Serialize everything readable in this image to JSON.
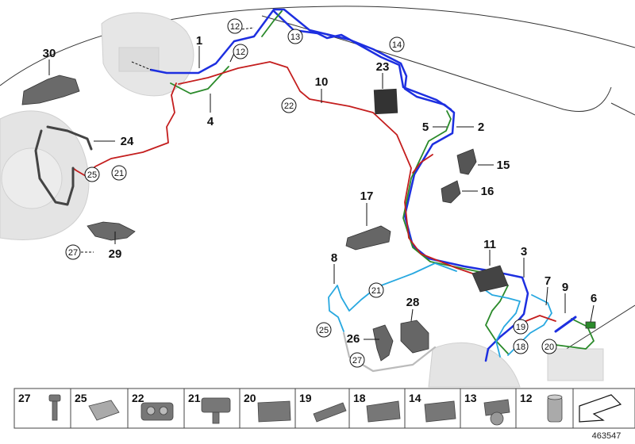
{
  "labels": {
    "l1": "1",
    "l2": "2",
    "l3": "3",
    "l4": "4",
    "l5": "5",
    "l6": "6",
    "l7": "7",
    "l8": "8",
    "l9": "9",
    "l10": "10",
    "l11": "11",
    "l15": "15",
    "l16": "16",
    "l17": "17",
    "l23": "23",
    "l24": "24",
    "l26": "26",
    "l28": "28",
    "l29": "29",
    "l30": "30"
  },
  "circled": {
    "c12a": "12",
    "c12b": "12",
    "c13": "13",
    "c14": "14",
    "c22": "22",
    "c25a": "25",
    "c21a": "21",
    "c27a": "27",
    "c21b": "21",
    "c25b": "25",
    "c19": "19",
    "c18": "18",
    "c20": "20",
    "c27b": "27"
  },
  "legend": [
    "27",
    "25",
    "22",
    "21",
    "20",
    "19",
    "18",
    "14",
    "13",
    "12"
  ],
  "reference": "463547",
  "colors": {
    "blue": "#1d2fe0",
    "green": "#2a8a2a",
    "red": "#c41e1e",
    "lightblue": "#28a8e0",
    "part": "#555555",
    "ghost": "#d8d8d8"
  }
}
